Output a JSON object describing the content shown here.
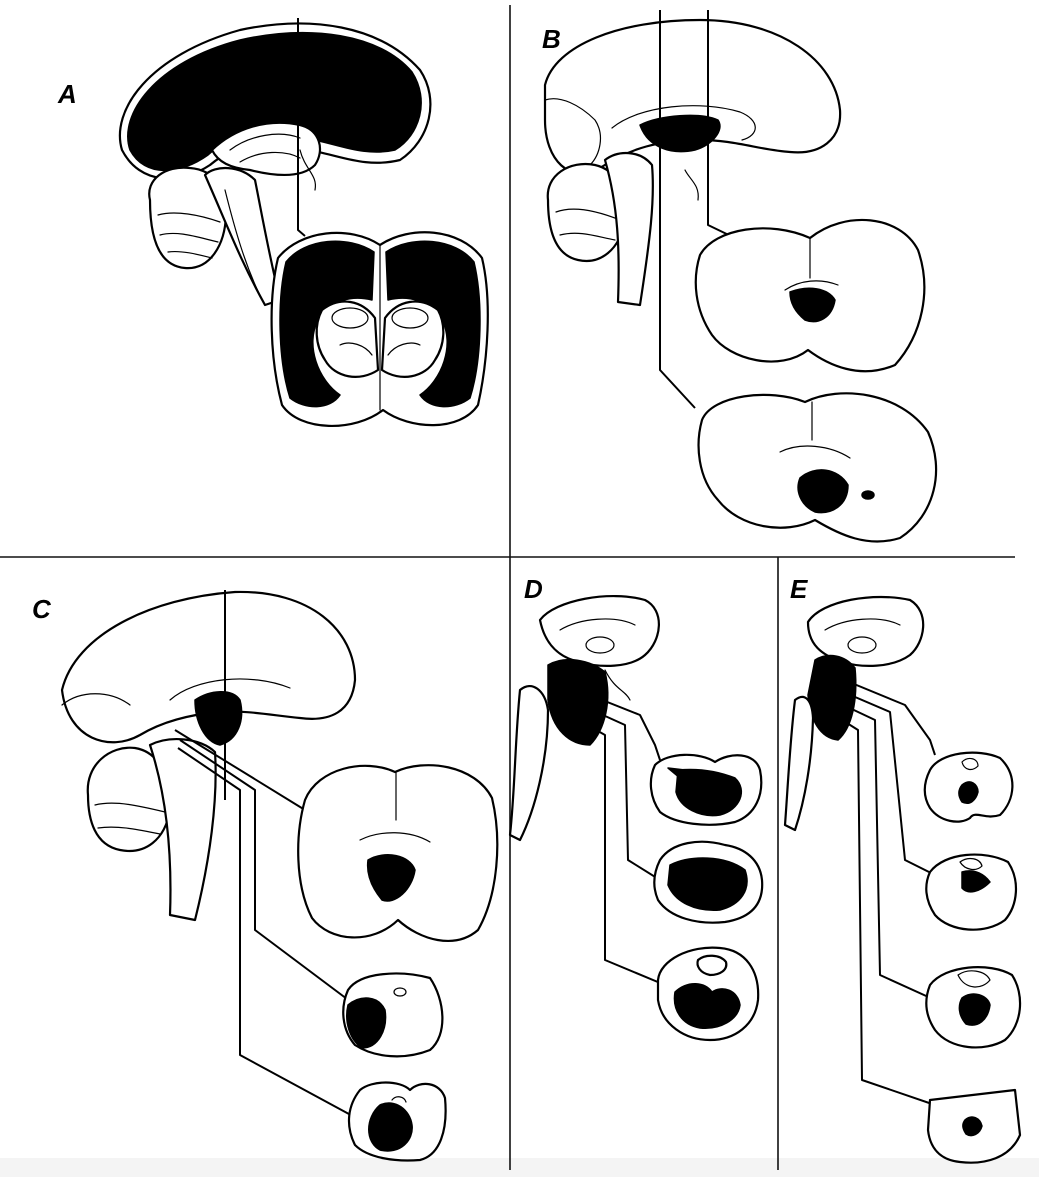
{
  "figure": {
    "panels": [
      {
        "id": "A",
        "label": "A"
      },
      {
        "id": "B",
        "label": "B"
      },
      {
        "id": "C",
        "label": "C"
      },
      {
        "id": "D",
        "label": "D"
      },
      {
        "id": "E",
        "label": "E"
      }
    ],
    "colors": {
      "ink": "#000000",
      "background": "#ffffff",
      "lesion": "#000000"
    }
  }
}
